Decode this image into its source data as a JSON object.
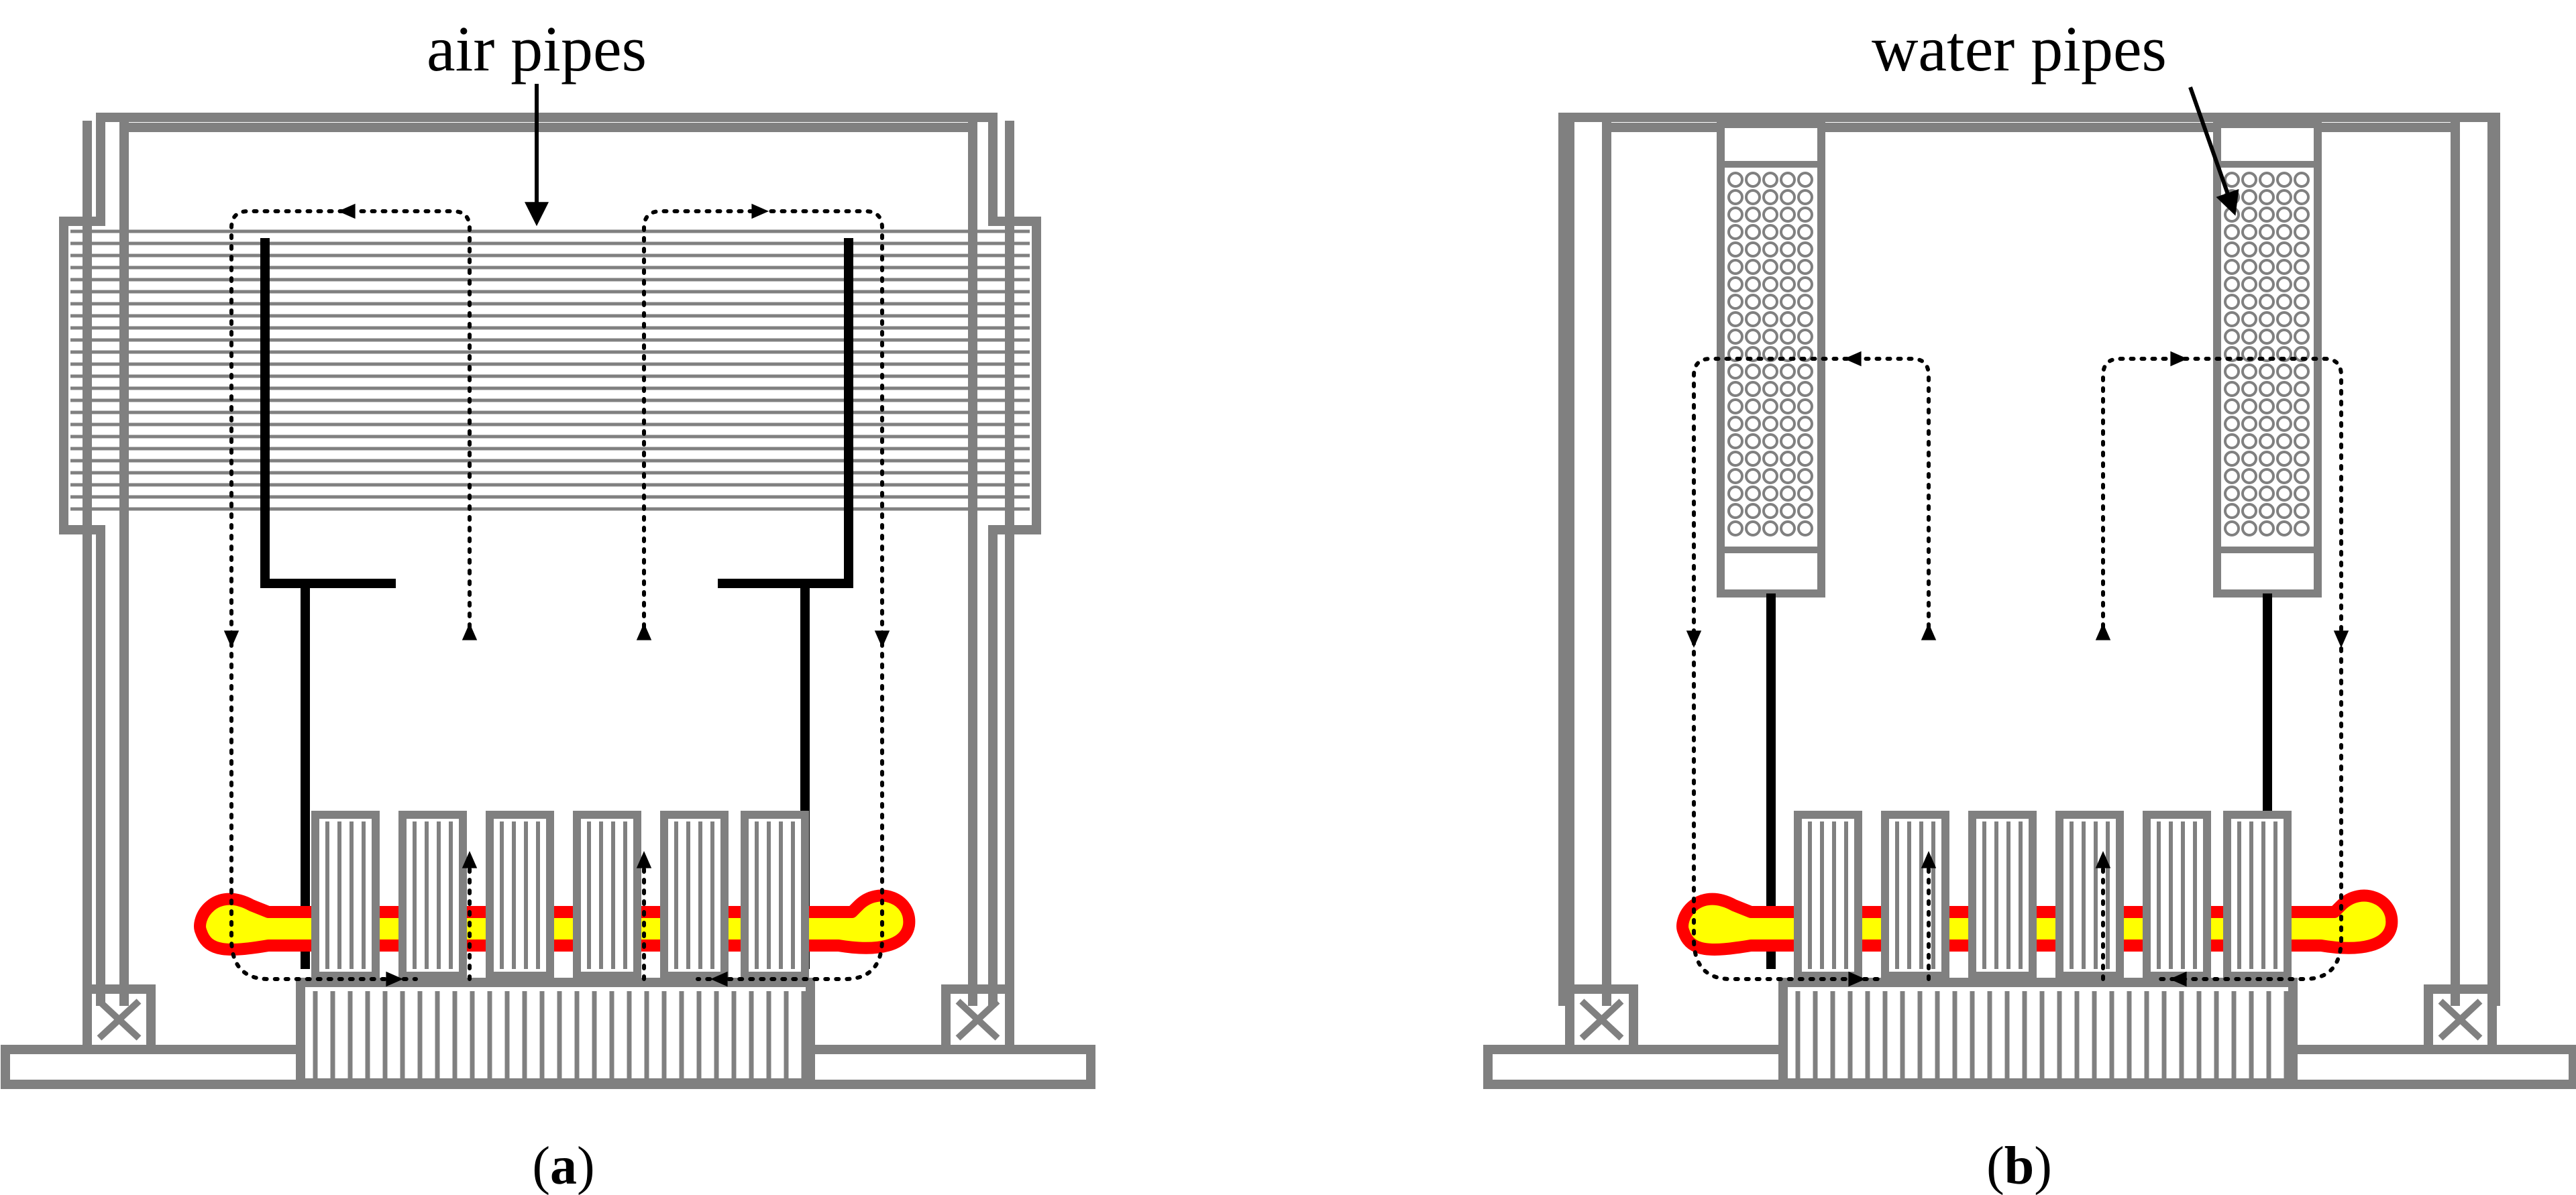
{
  "panel_a": {
    "label": "air pipes",
    "caption": {
      "open": "(",
      "letter": "a",
      "close": ")"
    }
  },
  "panel_b": {
    "label": "water pipes",
    "caption": {
      "open": "(",
      "letter": "b",
      "close": ")"
    }
  },
  "colors": {
    "structure": "#808080",
    "baffle": "#000000",
    "winding_hot": "#ff0000",
    "winding_core": "#ffff00",
    "airflow": "#000000",
    "background": "#ffffff"
  }
}
